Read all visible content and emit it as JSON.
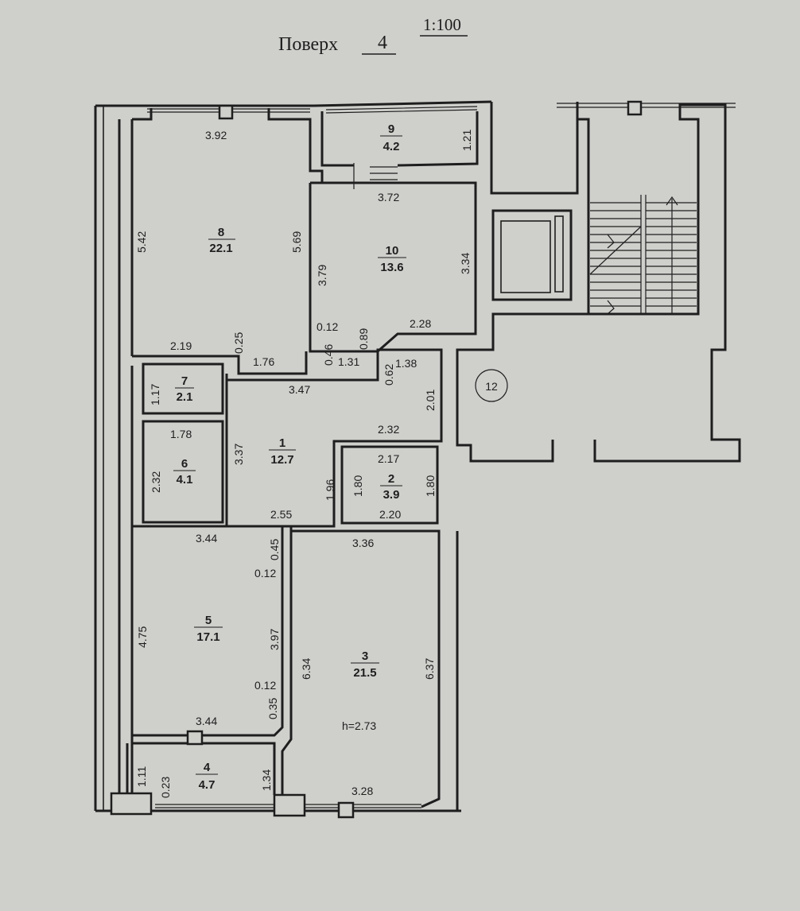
{
  "header": {
    "title": "Поверх",
    "floor": "4",
    "scale": "1:100"
  },
  "rooms": [
    {
      "id": "8",
      "number": "8",
      "area": "22.1",
      "dims": [
        "3.92",
        "5.42",
        "5.69",
        "2.19",
        "0.25",
        "1.76"
      ]
    },
    {
      "id": "9",
      "number": "9",
      "area": "4.2",
      "dims": [
        "1.21"
      ]
    },
    {
      "id": "10",
      "number": "10",
      "area": "13.6",
      "dims": [
        "3.72",
        "3.79",
        "3.34",
        "0.12",
        "0.46",
        "0.89",
        "2.28",
        "1.31"
      ]
    },
    {
      "id": "7",
      "number": "7",
      "area": "2.1",
      "dims": [
        "1.17"
      ]
    },
    {
      "id": "6",
      "number": "6",
      "area": "4.1",
      "dims": [
        "1.78",
        "2.32"
      ]
    },
    {
      "id": "1",
      "number": "1",
      "area": "12.7",
      "dims": [
        "3.47",
        "1.38",
        "0.62",
        "2.01",
        "2.32",
        "3.37",
        "1.96",
        "2.55"
      ]
    },
    {
      "id": "2",
      "number": "2",
      "area": "3.9",
      "dims": [
        "2.17",
        "1.80",
        "1.80",
        "2.20"
      ]
    },
    {
      "id": "5",
      "number": "5",
      "area": "17.1",
      "dims": [
        "3.44",
        "0.45",
        "0.12",
        "4.75",
        "3.97",
        "0.12",
        "0.35",
        "3.44"
      ]
    },
    {
      "id": "3",
      "number": "3",
      "area": "21.5",
      "dims": [
        "3.36",
        "6.34",
        "6.37",
        "3.28"
      ],
      "height": "h=2.73"
    },
    {
      "id": "4",
      "number": "4",
      "area": "4.7",
      "dims": [
        "1.11",
        "0.23",
        "1.34"
      ]
    }
  ],
  "stair_label": "12",
  "colors": {
    "paper": "#cfd0cc",
    "ink": "#1e1e1e"
  }
}
